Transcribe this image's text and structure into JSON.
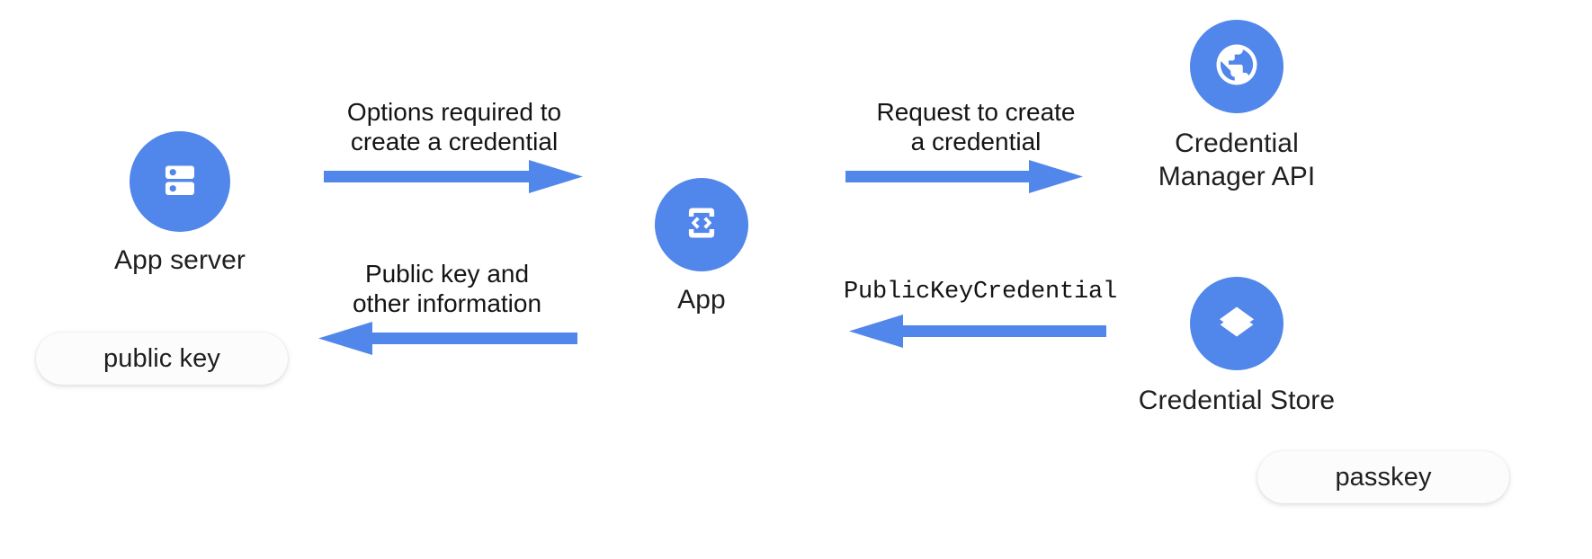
{
  "theme": {
    "accent_blue": "#5186EA",
    "icon_fill": "#FFFFFF",
    "text_color": "#1F1F1F",
    "pill_background": "#FCFCFC",
    "canvas_background": "#FFFFFF"
  },
  "diagram": {
    "type": "flow",
    "title": "Passkey creation flow between App server, App, Credential Manager API and Credential Store"
  },
  "nodes": [
    {
      "id": "app-server",
      "label": "App server",
      "icon": "server-icon",
      "circle_diameter": 112,
      "pill": {
        "id": "public-key",
        "label": "public key"
      }
    },
    {
      "id": "app",
      "label": "App",
      "icon": "app-code-phone-icon",
      "circle_diameter": 104,
      "pill": null
    },
    {
      "id": "credential-manager-api",
      "label": "Credential\nManager API",
      "icon": "globe-icon",
      "circle_diameter": 104,
      "pill": null
    },
    {
      "id": "credential-store",
      "label": "Credential Store",
      "icon": "layers-icon",
      "circle_diameter": 104,
      "pill": {
        "id": "passkey",
        "label": "passkey"
      }
    }
  ],
  "arrows": [
    {
      "id": "options-required",
      "caption": "Options required to\ncreate a credential",
      "from": "app-server",
      "to": "app",
      "direction": "right",
      "mono": false
    },
    {
      "id": "public-key-and-other-information",
      "caption": "Public key and\nother information",
      "from": "app",
      "to": "app-server",
      "direction": "left",
      "mono": false
    },
    {
      "id": "request-to-create",
      "caption": "Request to create\na credential",
      "from": "app",
      "to": "credential-manager-api",
      "direction": "right",
      "mono": false
    },
    {
      "id": "public-key-credential",
      "caption": "PublicKeyCredential",
      "from": "credential-store",
      "to": "app",
      "direction": "left",
      "mono": true
    }
  ]
}
